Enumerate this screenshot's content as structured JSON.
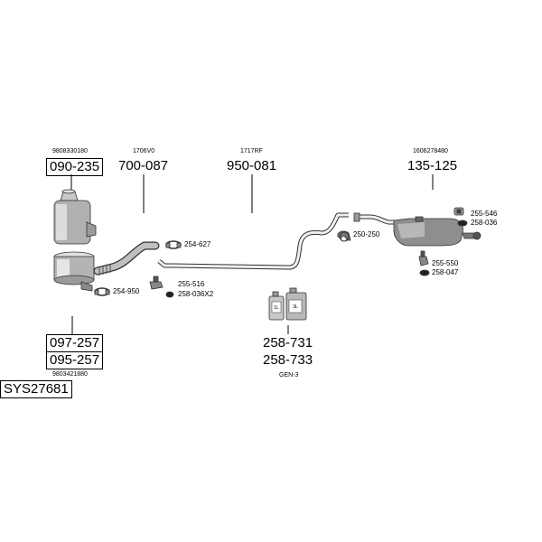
{
  "system_code": "SYS27681",
  "groups": [
    {
      "oem_top": "9808330180",
      "part_top": "090-235",
      "part_bottom_1": "097-257",
      "part_bottom_2": "095-257",
      "oem_bottom": "9803421880"
    },
    {
      "oem": "1706V0",
      "part": "700-087"
    },
    {
      "oem": "1717RF",
      "part": "950-081"
    },
    {
      "oem": "1606278480",
      "part": "135-125"
    }
  ],
  "fluids": {
    "part_1": "258-731",
    "part_2": "258-733",
    "note": "GEN-3",
    "can_small_label": "1L",
    "can_large_label": "3L"
  },
  "accessories": [
    "254-627",
    "254-950",
    "255-516",
    "258-036X2",
    "250-250",
    "255-546",
    "258-036",
    "255-550",
    "258-047"
  ]
}
